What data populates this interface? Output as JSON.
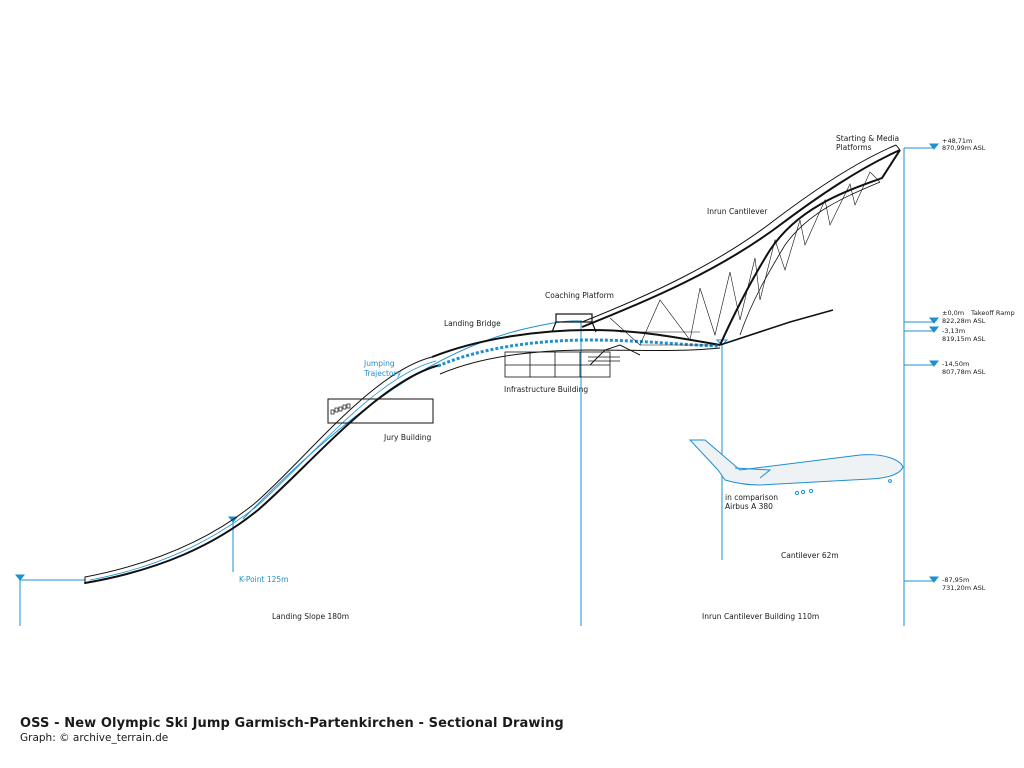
{
  "colors": {
    "line": "#111111",
    "accent": "#1e90d0",
    "plane_fill": "#eef2f4"
  },
  "labels": {
    "starting_platforms_1": "Starting & Media",
    "starting_platforms_2": "Platforms",
    "inrun_cantilever": "Inrun Cantilever",
    "coaching_platform": "Coaching Platform",
    "landing_bridge": "Landing Bridge",
    "jumping_trajectory_1": "Jumping",
    "jumping_trajectory_2": "Trajectory",
    "infrastructure_building": "Infrastructure Building",
    "jury_building": "Jury Building",
    "comparison_1": "in comparison",
    "comparison_2": "Airbus A 380",
    "cantilever_62": "Cantilever 62m",
    "k_point": "K-Point 125m",
    "landing_slope": "Landing Slope 180m",
    "inrun_building": "Inrun Cantilever Building 110m"
  },
  "levels": [
    {
      "rel": "+48,71m",
      "asl": "870,99m  ASL",
      "note": ""
    },
    {
      "rel": "±0,0m",
      "asl": "822,28m  ASL",
      "note": "Takeoff Ramp"
    },
    {
      "rel": "-3,13m",
      "asl": "819,15m  ASL",
      "note": ""
    },
    {
      "rel": "-14,50m",
      "asl": "807,78m  ASL",
      "note": ""
    },
    {
      "rel": "-87,95m",
      "asl": "731,20m  ASL",
      "note": ""
    }
  ],
  "footer": {
    "title": "OSS - New Olympic Ski Jump Garmisch-Partenkirchen - Sectional Drawing",
    "credit": "Graph: © archive_terrain.de"
  }
}
